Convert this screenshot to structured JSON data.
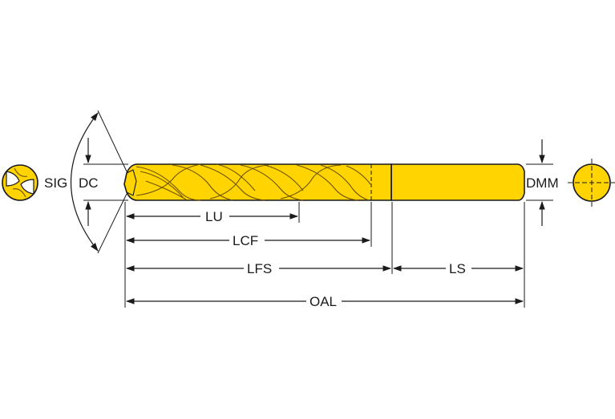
{
  "colors": {
    "tool_body": "#ffd400",
    "outline": "#1a1a1a",
    "flute_shade": "#c9a200",
    "background": "#ffffff"
  },
  "labels": {
    "sig": "SIG",
    "dc": "DC",
    "dmm": "DMM",
    "lu": "LU",
    "lcf": "LCF",
    "lfs": "LFS",
    "ls": "LS",
    "oal": "OAL"
  }
}
